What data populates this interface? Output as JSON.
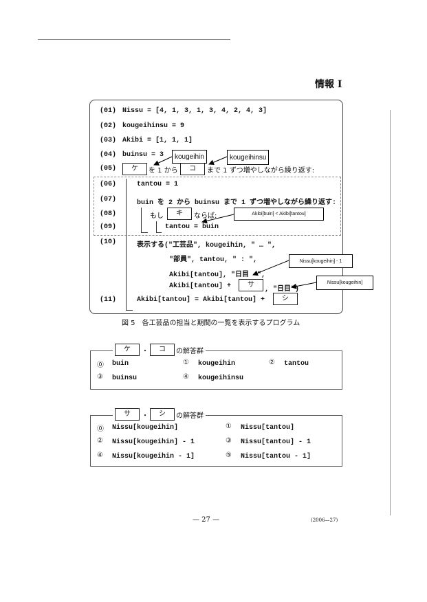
{
  "header": {
    "subject": "情報 I"
  },
  "program": {
    "lines": [
      {
        "no": "(01)",
        "text": "Nissu = [4, 1, 3, 1, 3, 4, 2, 4, 3]"
      },
      {
        "no": "(02)",
        "text": "kougeihinsu = 9"
      },
      {
        "no": "(03)",
        "text": "Akibi = [1, 1, 1]"
      },
      {
        "no": "(04)",
        "text": "buinsu = 3"
      },
      {
        "no": "(05)",
        "a": "を 1 から",
        "b": "まで 1 ずつ増やしながら繰り返す:"
      },
      {
        "no": "(06)",
        "text": "tantou = 1"
      },
      {
        "no": "(07)",
        "text": "buin を 2 から buinsu まで 1 ずつ増やしながら繰り返す:"
      },
      {
        "no": "(08)",
        "a": "もし",
        "b": "ならば:"
      },
      {
        "no": "(09)",
        "text": "tantou = buin"
      },
      {
        "no": "(10)",
        "text": "表示する(\"工芸品\", kougeihin, \" … \","
      },
      {
        "no": "",
        "text": "\"部員\", tantou, \" : \","
      },
      {
        "no": "",
        "text": "Akibi[tantou], \"日目 ~\","
      },
      {
        "no": "",
        "a": "Akibi[tantou] +",
        "b": ", \"日目\")"
      },
      {
        "no": "(11)",
        "text": "Akibi[tantou] = Akibi[tantou] +"
      }
    ],
    "blanks": {
      "ke": "ケ",
      "ko": "コ",
      "ki": "キ",
      "sa": "サ",
      "shi": "シ"
    }
  },
  "callouts": {
    "ke": "kougeihin",
    "ko": "kougeihinsu",
    "ki": "Akibi[buin] < Akibi[tantou]",
    "akibi_start": "Nissu[kougeihin] - 1",
    "sa": "Nissu[kougeihin]"
  },
  "caption": "図 5　各工芸品の担当と期間の一覧を表示するプログラム",
  "answers1": {
    "dot": "・",
    "suffix": "の解答群",
    "options": [
      {
        "n": "⓪",
        "t": "buin"
      },
      {
        "n": "①",
        "t": "kougeihin"
      },
      {
        "n": "②",
        "t": "tantou"
      },
      {
        "n": "③",
        "t": "buinsu"
      },
      {
        "n": "④",
        "t": "kougeihinsu"
      }
    ]
  },
  "answers2": {
    "dot": "・",
    "suffix": "の解答群",
    "options": [
      {
        "n": "⓪",
        "t": "Nissu[kougeihin]"
      },
      {
        "n": "①",
        "t": "Nissu[tantou]"
      },
      {
        "n": "②",
        "t": "Nissu[kougeihin] - 1"
      },
      {
        "n": "③",
        "t": "Nissu[tantou] - 1"
      },
      {
        "n": "④",
        "t": "Nissu[kougeihin - 1]"
      },
      {
        "n": "⑤",
        "t": "Nissu[tantou - 1]"
      }
    ]
  },
  "footer": {
    "page": "— 27 —",
    "code": "(2006—27)"
  }
}
